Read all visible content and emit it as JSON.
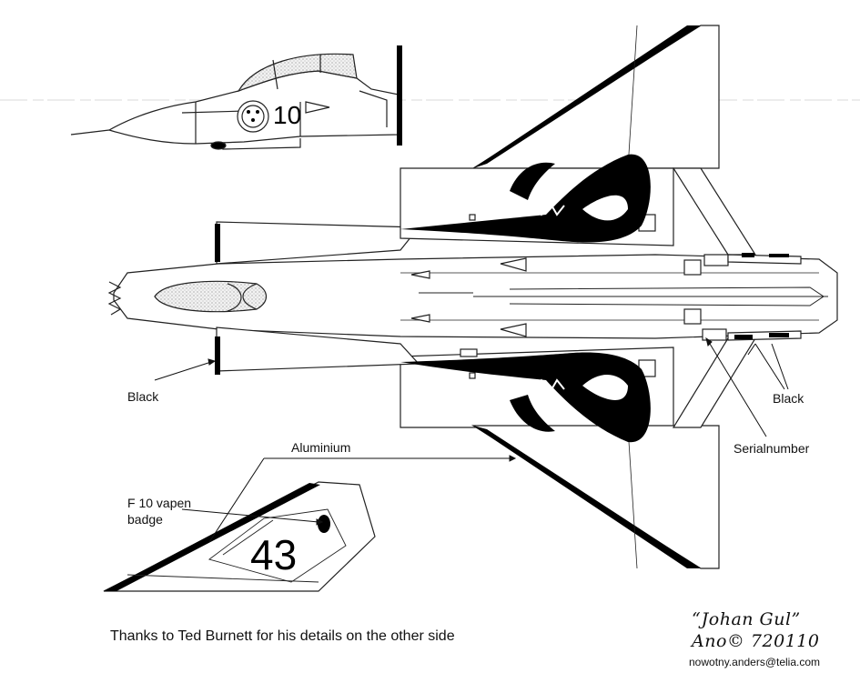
{
  "labels": {
    "black_left": "Black",
    "black_right": "Black",
    "aluminium": "Aluminium",
    "serialnumber": "Serialnumber",
    "badge_line1": "F 10 vapen",
    "badge_line2": "badge"
  },
  "markings": {
    "side_number": "10",
    "tail_number": "43"
  },
  "credit": "Thanks to Ted Burnett for his details on the other side",
  "signature": {
    "name": "“Johan Gul”",
    "copyright": "Ano© 720110",
    "email": "nowotny.anders@telia.com"
  }
}
